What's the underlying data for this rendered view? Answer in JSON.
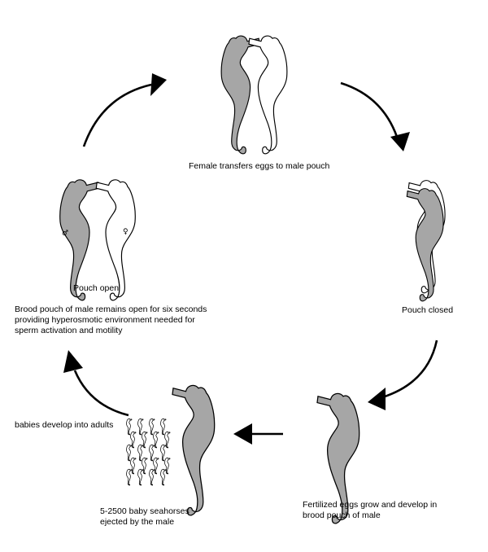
{
  "colors": {
    "male_fill": "#a6a6a6",
    "female_fill": "#ffffff",
    "stroke": "#000000",
    "arrow": "#000000"
  },
  "symbols": {
    "male": "♂",
    "female": "♀"
  },
  "stages": {
    "transfer": {
      "caption": "Female transfers eggs to male pouch"
    },
    "pouch_closed": {
      "caption": "Pouch closed"
    },
    "fertilized": {
      "caption": "Fertilized eggs grow and develop in\nbrood pouch of male"
    },
    "ejected": {
      "caption": "5-2500 baby seahorses\nejected by the male"
    },
    "adults": {
      "caption": "babies develop into adults"
    },
    "pouch_open": {
      "title": "Pouch open",
      "caption": "Brood pouch of male remains open for six seconds\nproviding hyperosmotic environment needed for\nsperm activation and motility"
    }
  }
}
